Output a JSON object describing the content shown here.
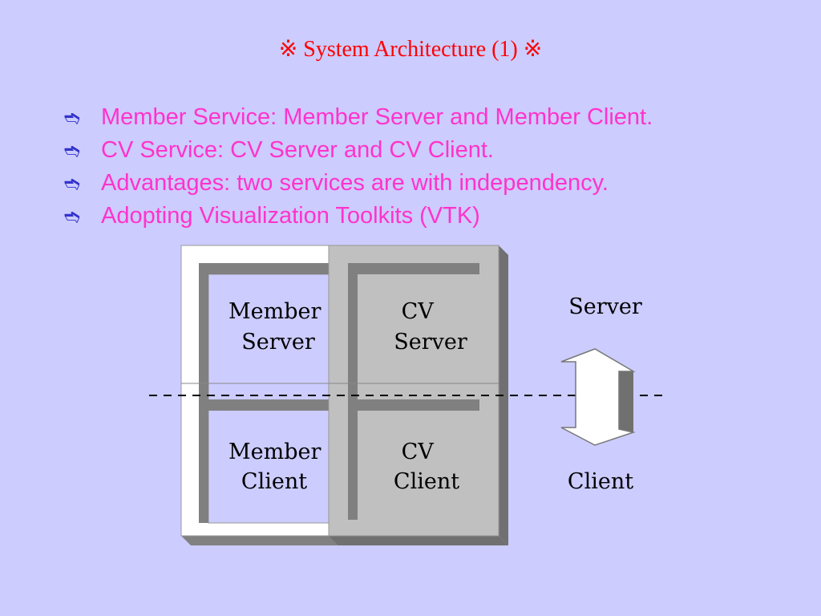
{
  "title": "※ System Architecture (1) ※",
  "bullets": [
    {
      "marker": "➬",
      "text": "Member Service: Member Server and Member Client."
    },
    {
      "marker": "➬",
      "text": "CV Service: CV Server and CV Client."
    },
    {
      "marker": "➬",
      "text": "Advantages: two services are with independency."
    },
    {
      "marker": "➬",
      "text": "Adopting Visualization Toolkits (VTK)"
    }
  ],
  "diagram": {
    "member_server": [
      "Member",
      "Server"
    ],
    "cv_server": [
      "CV",
      "Server"
    ],
    "member_client": [
      "Member",
      "Client"
    ],
    "cv_client": [
      "CV",
      "Client"
    ],
    "server_label": "Server",
    "client_label": "Client"
  }
}
